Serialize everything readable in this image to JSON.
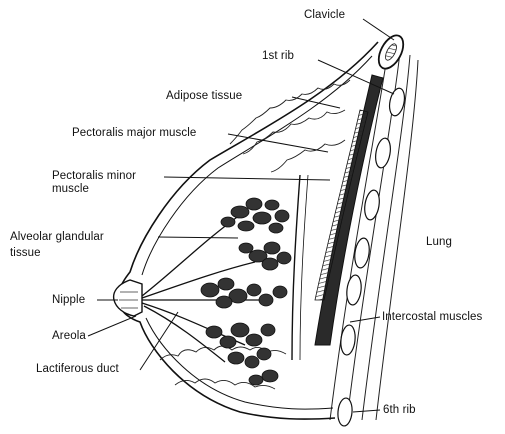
{
  "labels": {
    "clavicle": "Clavicle",
    "first_rib": "1st rib",
    "adipose": "Adipose tissue",
    "pec_major": "Pectoralis major muscle",
    "pec_minor_1": "Pectoralis minor",
    "pec_minor_2": "muscle",
    "alveolar_1": "Alveolar glandular",
    "alveolar_2": "tissue",
    "lung": "Lung",
    "nipple": "Nipple",
    "areola": "Areola",
    "lactiferous": "Lactiferous duct",
    "intercostal": "Intercostal muscles",
    "sixth_rib": "6th rib"
  }
}
